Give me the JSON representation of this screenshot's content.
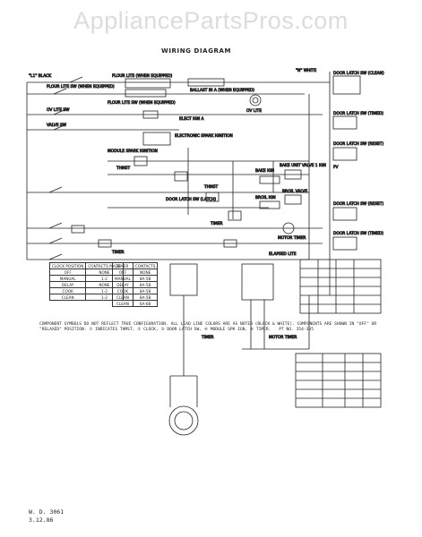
{
  "watermark": "AppliancePartsPros.com",
  "diagram": {
    "title": "WIRING DIAGRAM",
    "labels": {
      "l1_black": "\"L1\" BLACK",
      "n_white": "\"N\" WHITE",
      "floor_lite": "FLOUR LITE (WHEN EQUIPPED)",
      "floor_lite_sw": "FLOUR LITE SW (WHEN EQUIPPED)",
      "ballast": "BALLAST IN A (WHEN EQUIPPED)",
      "floor_lite_sw2": "FLOUR LITE SW (WHEN EQUIPPED)",
      "ov_lite_sw": "OV LITE SW",
      "ov_lite": "OV LITE",
      "valve_sw": "VALVE SW",
      "elect_ign": "ELECT IGN A",
      "electronic_spark": "ELECTRONIC SPARK IGNITION",
      "module_spark": "MODULE SPARK IGNITION",
      "door_latch_sw1": "DOOR LATCH SW (CLEAN)",
      "door_latch_sw2": "DOOR LATCH SW (TIMED)",
      "door_latch_sw3": "DOOR LATCH SW (RESET)",
      "door_latch_sw4": "DOOR LATCH SW (RESET)",
      "door_latch_sw5": "DOOR LATCH SW (TIMED)",
      "base_ign": "BAKE IGN",
      "bake_valve": "BAKE UNIT VALVE 1 IGN",
      "broil_ign": "BROIL IGN",
      "broil_valve": "BROIL VALVE",
      "thmst": "THMST",
      "door_latch_sw_latch": "DOOR LATCH SW (LATCH)",
      "timer": "TIMER",
      "motor_timer": "MOTOR TIMER",
      "elapsed_lite": "ELAPSED LITE",
      "fv": "FV"
    },
    "contacts_table": {
      "headers": [
        "CLOCK POSITION",
        "CONTACTS MADE"
      ],
      "rows": [
        [
          "OFF",
          "NONE"
        ],
        [
          "MANUAL",
          "1-2"
        ],
        [
          "DELAY",
          "NONE"
        ],
        [
          "COOK",
          "1-2"
        ],
        [
          "CLEAN",
          "1-2"
        ]
      ]
    },
    "timer_table": {
      "headers": [
        "TIMER",
        "CONTACTS"
      ],
      "rows": [
        [
          "OFF",
          "NONE"
        ],
        [
          "MANUAL",
          "8A-5B"
        ],
        [
          "DELAY",
          "8A-5B"
        ],
        [
          "COOK",
          "8A-5B"
        ],
        [
          "CLEAN",
          "8A-5B"
        ],
        [
          "CLEAN",
          "6A-6B"
        ]
      ]
    },
    "note": "COMPONENT SYMBOLS DO NOT REFLECT TRUE CONFIGURATION. ALL LEAD LINE COLORS ARE AS NOTED (BLACK & WHITE). COMPONENTS ARE SHOWN IN \"OFF\" OR \"RELAXED\" POSITION.  ① INDICATES THMST, ② CLOCK, ③ DOOR LATCH SW, ④ MODULE SPK IGN, ⑤ TIMER.",
    "part_ref": "PT NO. 354-335",
    "footer_code": "W. D. 3061",
    "footer_date": "3.12.86"
  }
}
